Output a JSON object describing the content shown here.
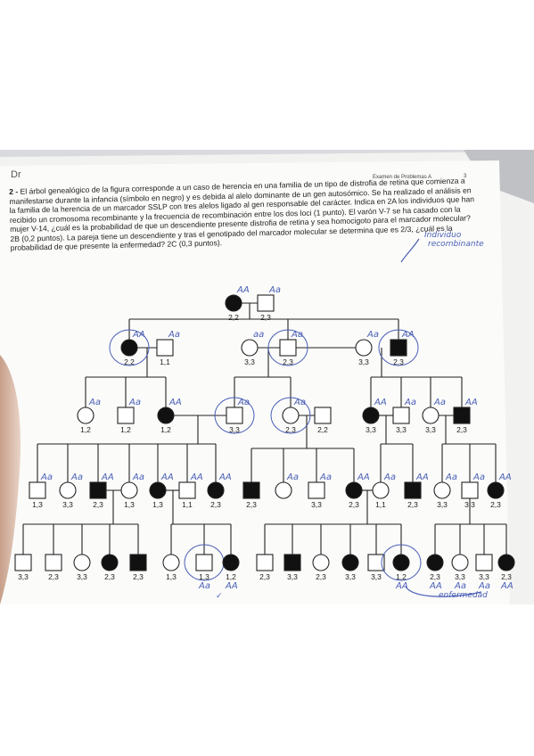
{
  "header": {
    "corner": "Dr",
    "exam_title": "Examen de Problemas  A",
    "page_number": "3"
  },
  "question": {
    "number": "2 -",
    "text": "El árbol genealógico de la figura corresponde a un caso de herencia en una familia de un tipo de distrofia de retina que comienza a manifestarse durante la infancia (símbolo en negro) y es debida al alelo dominante de un gen autosómico. Se ha realizado el análisis en la familia de la herencia de un marcador SSLP con tres alelos ligado al gen responsable del carácter. Indica en 2A los individuos que han recibido un cromosoma recombinante y la frecuencia de recombinación entre los dos loci (1 punto). El varón V-7 se ha casado con la mujer V-14, ¿cuál es la probabilidad de que un descendiente presente distrofia de retina y sea homocigoto para el marcador molecular? 2B (0,2 puntos). La pareja tiene un descendiente y tras el genotipado del marcador molecular se determina que es 2/3, ¿cuál es la probabilidad de que presente la enfermedad? 2C (0,3 puntos)."
  },
  "annotations": {
    "recombinant_note": [
      "Individuo",
      "recombinante"
    ],
    "disease_note": "enfermedad",
    "check_mark": "✓"
  },
  "pedigree": {
    "generations": [
      [
        {
          "sex": "F",
          "affected": true,
          "marker": "2,2",
          "note": "AA",
          "circled": false
        },
        {
          "sex": "M",
          "affected": false,
          "marker": "2,3",
          "note": "Aa",
          "circled": false
        }
      ],
      [
        {
          "sex": "F",
          "affected": true,
          "marker": "2,2",
          "note": "AA",
          "circled": true
        },
        {
          "sex": "M",
          "affected": false,
          "marker": "1,1",
          "note": "Aa",
          "circled": false
        },
        {
          "sex": "F",
          "affected": false,
          "marker": "3,3",
          "note": "aa",
          "circled": false
        },
        {
          "sex": "M",
          "affected": false,
          "marker": "2,3",
          "note": "Aa",
          "circled": true
        },
        {
          "sex": "F",
          "affected": false,
          "marker": "3,3",
          "note": "Aa",
          "circled": false
        },
        {
          "sex": "M",
          "affected": true,
          "marker": "2,3",
          "note": "AA",
          "circled": true
        }
      ],
      [
        {
          "sex": "F",
          "affected": false,
          "marker": "1,2",
          "note": "Aa",
          "circled": false
        },
        {
          "sex": "M",
          "affected": false,
          "marker": "1,2",
          "note": "Aa",
          "circled": false
        },
        {
          "sex": "F",
          "affected": true,
          "marker": "1,2",
          "note": "AA",
          "circled": false
        },
        {
          "sex": "M",
          "affected": false,
          "marker": "3,3",
          "note": "Aa",
          "circled": true
        },
        {
          "sex": "F",
          "affected": false,
          "marker": "2,3",
          "note": "Aa",
          "circled": true
        },
        {
          "sex": "M",
          "affected": false,
          "marker": "2,2",
          "note": "",
          "circled": false
        },
        {
          "sex": "F",
          "affected": true,
          "marker": "3,3",
          "note": "AA",
          "circled": false
        },
        {
          "sex": "M",
          "affected": false,
          "marker": "3,3",
          "note": "Aa",
          "circled": false
        },
        {
          "sex": "F",
          "affected": false,
          "marker": "3,3",
          "note": "Aa",
          "circled": false
        },
        {
          "sex": "M",
          "affected": true,
          "marker": "2,3",
          "note": "AA",
          "circled": false
        }
      ],
      [
        {
          "sex": "M",
          "affected": false,
          "marker": "1,3",
          "note": "Aa",
          "circled": false
        },
        {
          "sex": "F",
          "affected": false,
          "marker": "3,3",
          "note": "Aa",
          "circled": false
        },
        {
          "sex": "M",
          "affected": true,
          "marker": "2,3",
          "note": "AA",
          "circled": false
        },
        {
          "sex": "F",
          "affected": false,
          "marker": "1,3",
          "note": "Aa",
          "circled": false
        },
        {
          "sex": "F",
          "affected": true,
          "marker": "1,3",
          "note": "AA",
          "circled": false
        },
        {
          "sex": "M",
          "affected": false,
          "marker": "1,1",
          "note": "AA",
          "circled": false
        },
        {
          "sex": "F",
          "affected": true,
          "marker": "2,3",
          "note": "AA",
          "circled": false
        },
        {
          "sex": "M",
          "affected": true,
          "marker": "2,3",
          "note": "",
          "circled": false
        },
        {
          "sex": "F",
          "affected": false,
          "marker": "",
          "note": "Aa",
          "circled": false
        },
        {
          "sex": "M",
          "affected": false,
          "marker": "3,3",
          "note": "Aa",
          "circled": false
        },
        {
          "sex": "F",
          "affected": true,
          "marker": "2,3",
          "note": "AA",
          "circled": false
        },
        {
          "sex": "F",
          "affected": false,
          "marker": "1,1",
          "note": "Aa",
          "circled": false
        },
        {
          "sex": "M",
          "affected": true,
          "marker": "2,3",
          "note": "AA",
          "circled": false
        },
        {
          "sex": "F",
          "affected": false,
          "marker": "3,3",
          "note": "Aa",
          "circled": false
        },
        {
          "sex": "M",
          "affected": false,
          "marker": "3,3",
          "note": "Aa",
          "circled": false
        },
        {
          "sex": "F",
          "affected": true,
          "marker": "2,3",
          "note": "AA",
          "circled": false
        }
      ],
      [
        {
          "sex": "M",
          "affected": false,
          "marker": "3,3",
          "note": "",
          "circled": false
        },
        {
          "sex": "M",
          "affected": false,
          "marker": "2,3",
          "note": "",
          "circled": false
        },
        {
          "sex": "F",
          "affected": false,
          "marker": "3,3",
          "note": "",
          "circled": false
        },
        {
          "sex": "F",
          "affected": true,
          "marker": "2,3",
          "note": "",
          "circled": false
        },
        {
          "sex": "M",
          "affected": true,
          "marker": "2,3",
          "note": "",
          "circled": false
        },
        {
          "sex": "F",
          "affected": false,
          "marker": "1,3",
          "note": "",
          "circled": false
        },
        {
          "sex": "M",
          "affected": false,
          "marker": "1,3",
          "note": "Aa",
          "circled": true
        },
        {
          "sex": "F",
          "affected": true,
          "marker": "1,2",
          "note": "AA",
          "circled": false
        },
        {
          "sex": "M",
          "affected": false,
          "marker": "2,3",
          "note": "",
          "circled": false
        },
        {
          "sex": "M",
          "affected": true,
          "marker": "3,3",
          "note": "",
          "circled": false
        },
        {
          "sex": "F",
          "affected": false,
          "marker": "2,3",
          "note": "",
          "circled": false
        },
        {
          "sex": "F",
          "affected": true,
          "marker": "3,3",
          "note": "",
          "circled": false
        },
        {
          "sex": "M",
          "affected": false,
          "marker": "3,3",
          "note": "",
          "circled": false
        },
        {
          "sex": "F",
          "affected": true,
          "marker": "1,2",
          "note": "AA",
          "circled": true
        },
        {
          "sex": "F",
          "affected": true,
          "marker": "2,3",
          "note": "AA",
          "circled": false
        },
        {
          "sex": "F",
          "affected": false,
          "marker": "3,3",
          "note": "Aa",
          "circled": false
        },
        {
          "sex": "M",
          "affected": false,
          "marker": "3,3",
          "note": "Aa",
          "circled": false
        },
        {
          "sex": "F",
          "affected": true,
          "marker": "2,3",
          "note": "AA",
          "circled": false
        }
      ]
    ]
  }
}
